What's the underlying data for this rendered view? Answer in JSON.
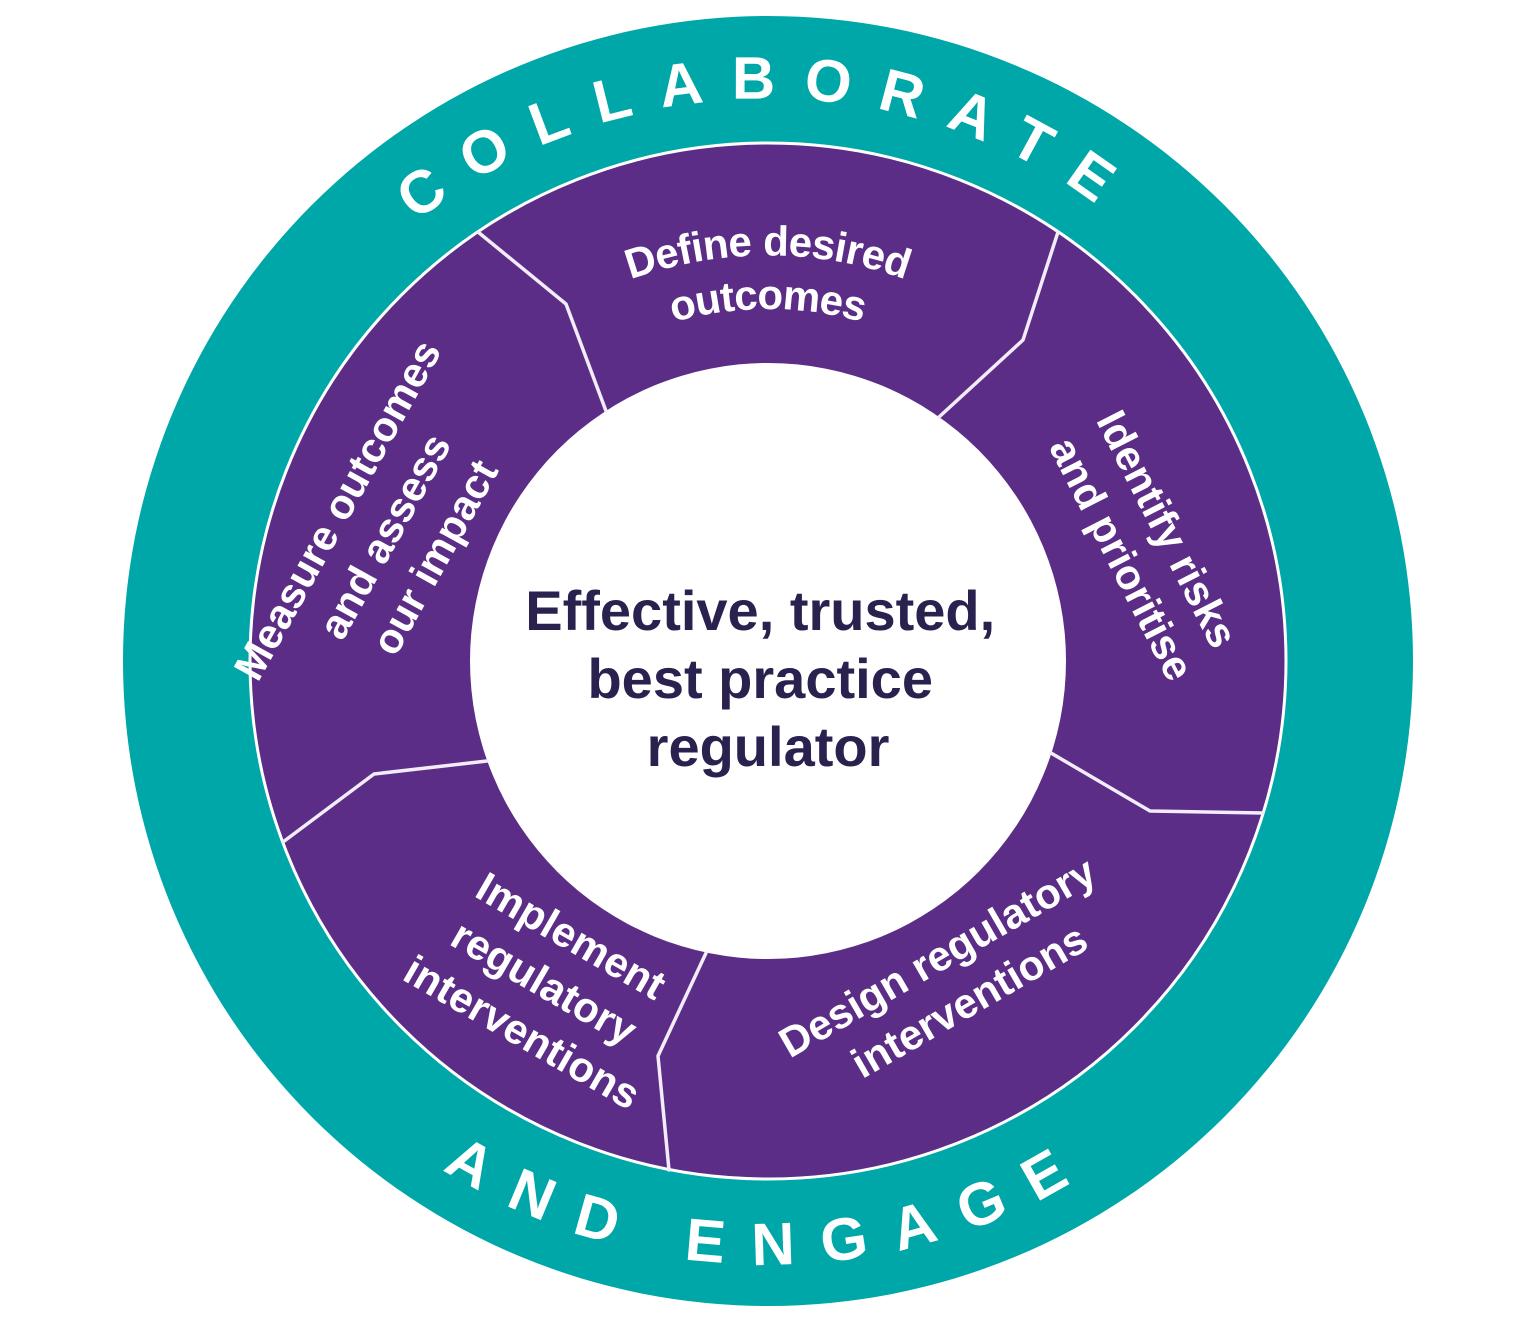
{
  "colors": {
    "teal": "#00a7a8",
    "purple": "#5b2d87",
    "white": "#ffffff",
    "center_text": "#2a214f",
    "label_text": "#ffffff"
  },
  "outer_ring": {
    "top_label": "COLLABORATE",
    "bottom_label": "AND ENGAGE"
  },
  "center": {
    "lines": [
      "Effective, trusted,",
      "best practice",
      "regulator"
    ]
  },
  "segments": [
    {
      "id": "define-desired-outcomes",
      "lines": [
        "Define desired",
        "outcomes"
      ]
    },
    {
      "id": "identify-risks-prioritise",
      "lines": [
        "Identify risks",
        "and prioritise"
      ]
    },
    {
      "id": "design-regulatory-interventions",
      "lines": [
        "Design regulatory",
        "interventions"
      ]
    },
    {
      "id": "implement-regulatory-interventions",
      "lines": [
        "Implement",
        "regulatory",
        "interventions"
      ]
    },
    {
      "id": "measure-outcomes-assess-impact",
      "lines": [
        "Measure outcomes",
        "and assess",
        "our impact"
      ]
    }
  ]
}
